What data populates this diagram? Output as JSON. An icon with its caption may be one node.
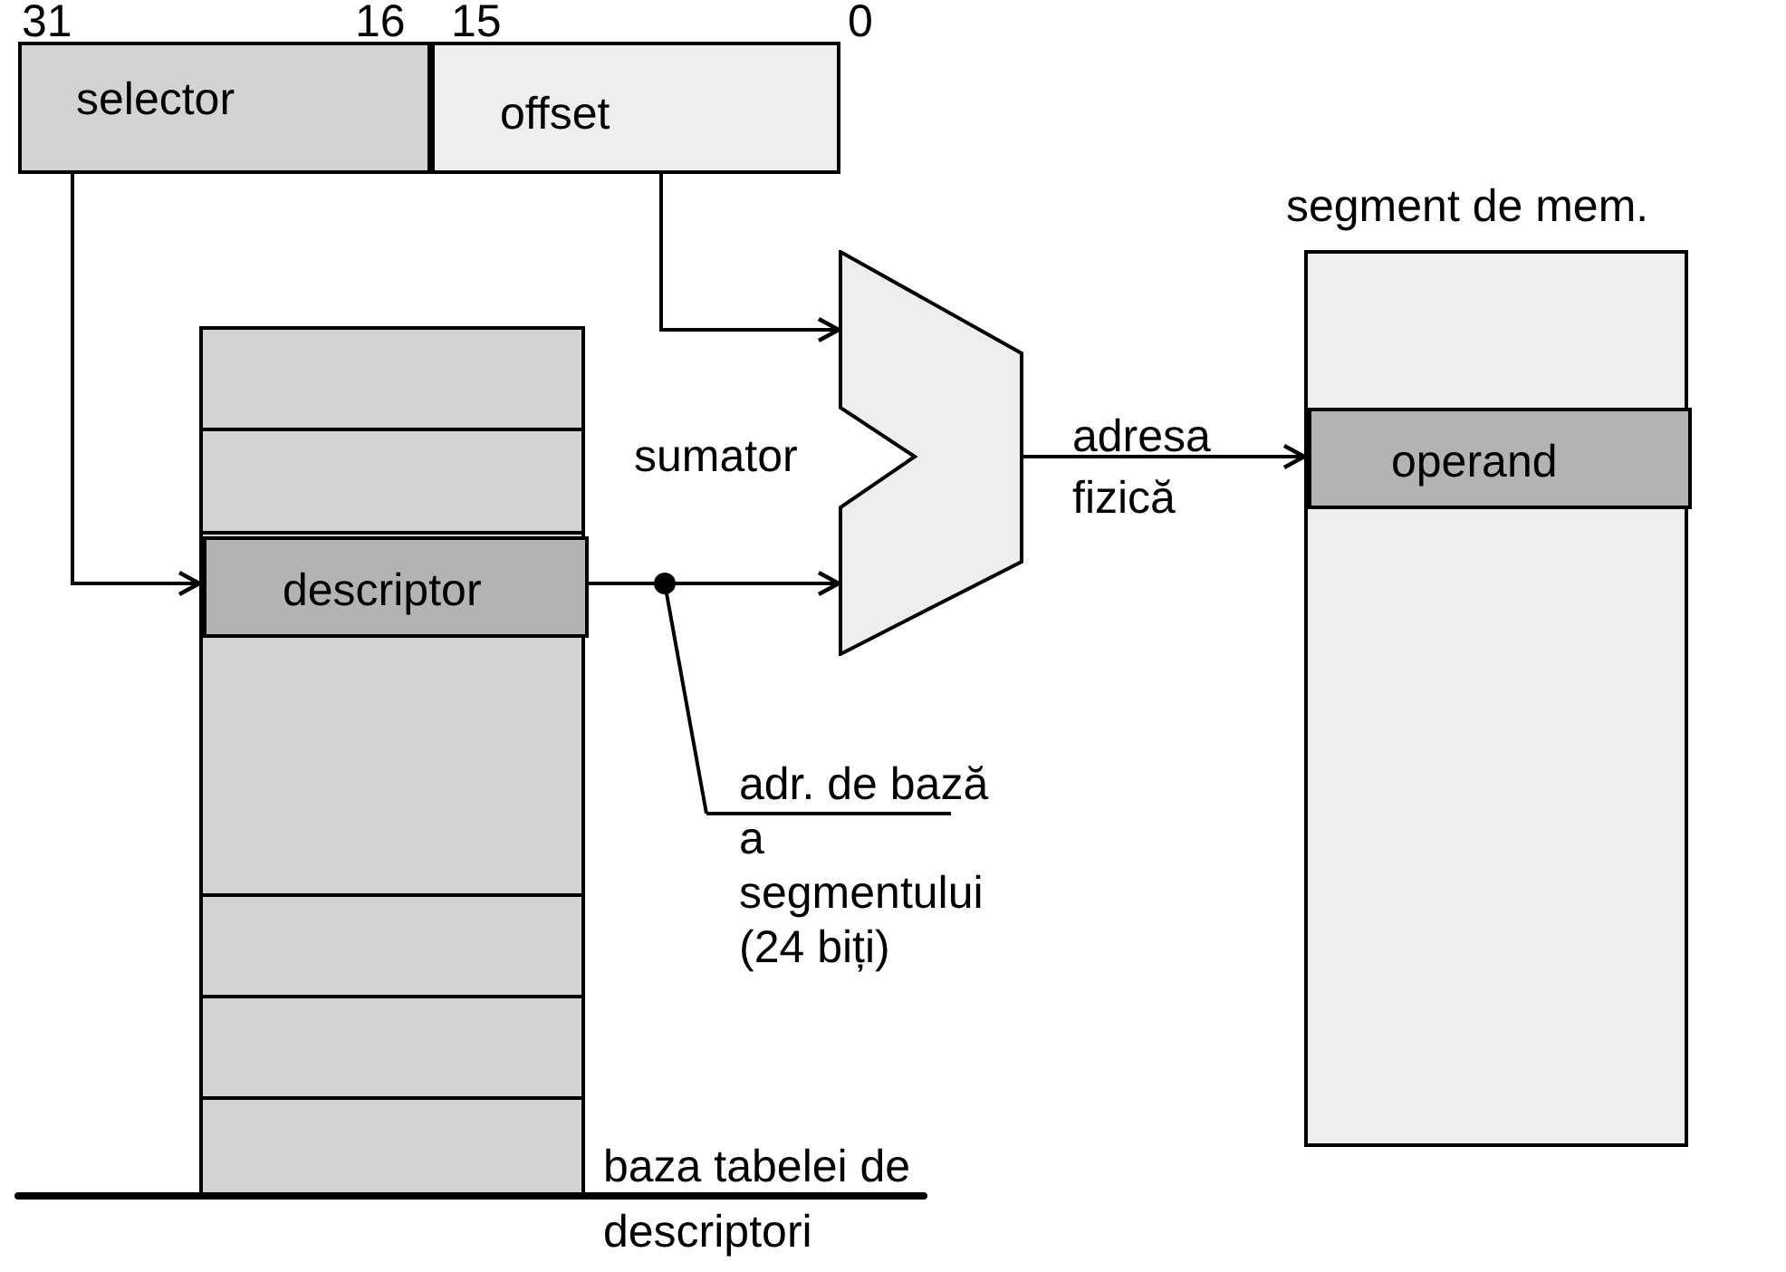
{
  "diagram": {
    "nodes": [
      {
        "text": [
          "selector"
        ]
      },
      {
        "text": [
          "offset"
        ]
      },
      {
        "text": [],
        "shape": "box"
      },
      {
        "text": [
          "descriptor"
        ],
        "in": 2
      },
      {
        "text": [
          "sumator"
        ]
      },
      {
        "text": [
          "segment de mem."
        ]
      },
      {
        "text": [
          "operand"
        ],
        "in": 5
      },
      {
        "text": [
          "adr. de bază a segmentului (24 biți)"
        ]
      }
    ],
    "edges": [
      {
        "from": 0,
        "to": 3,
        "arrow": "to"
      },
      {
        "from": 1,
        "to": 4,
        "arrow": "to"
      },
      {
        "from": 3,
        "to": 4,
        "arrow": "to"
      },
      {
        "from": 4,
        "to": 6,
        "arrow": "to",
        "label": "adresa fizică"
      },
      {
        "from": 7,
        "to": null,
        "arrow": "other"
      }
    ],
    "labels": [
      "31",
      "16",
      "15",
      "0",
      "baza tabelei de descriptori"
    ]
  }
}
